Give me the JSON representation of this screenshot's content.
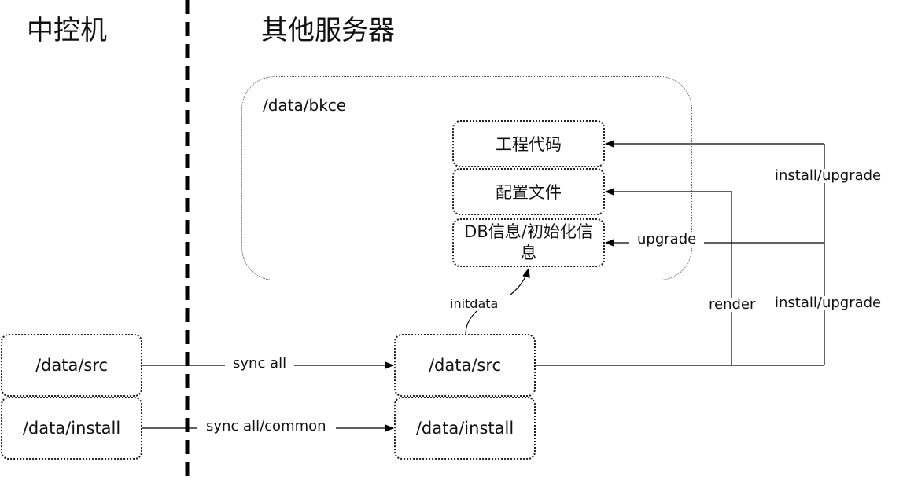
{
  "headings": {
    "left": "中控机",
    "right": "其他服务器"
  },
  "container": {
    "label": "/data/bkce"
  },
  "inner_boxes": {
    "code": "工程代码",
    "config": "配置文件",
    "db": "DB信息/初始化信息"
  },
  "left_boxes": {
    "src": "/data/src",
    "install": "/data/install"
  },
  "right_boxes": {
    "src": "/data/src",
    "install": "/data/install"
  },
  "edges": {
    "sync_all": "sync all",
    "sync_common": "sync all/common",
    "initdata": "initdata",
    "upgrade": "upgrade",
    "render": "render",
    "install_upgrade_top": "install/upgrade",
    "install_upgrade_bottom": "install/upgrade"
  }
}
